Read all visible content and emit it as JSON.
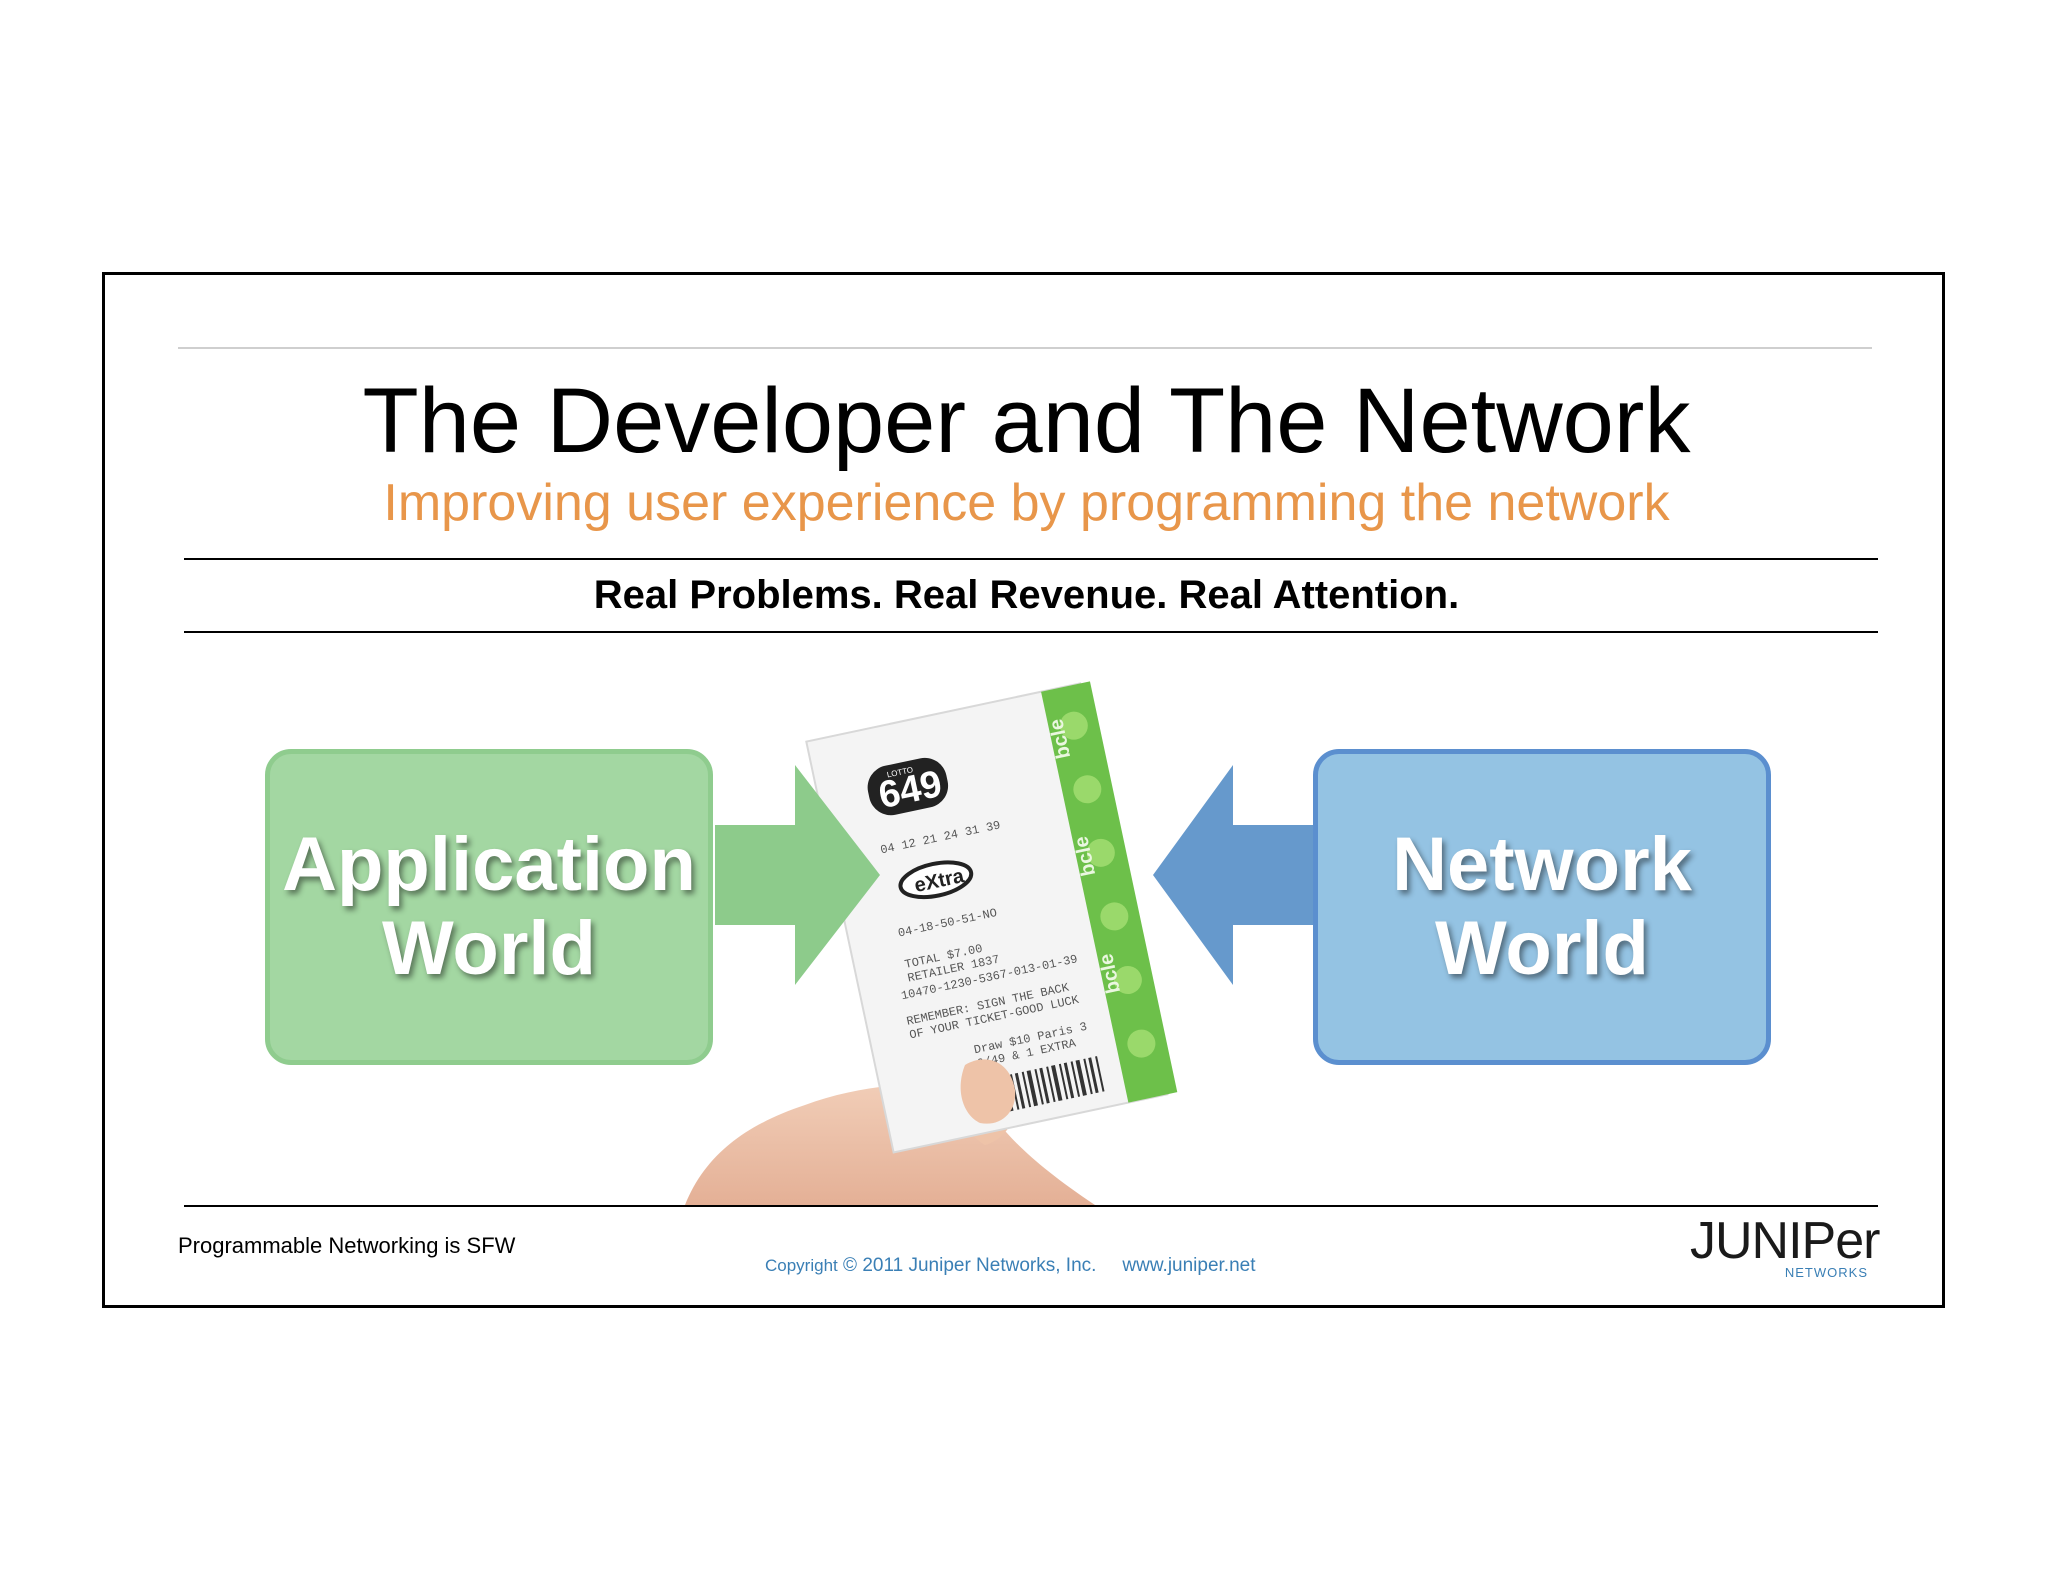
{
  "slide": {
    "title": "The Developer and The Network",
    "subtitle": "Improving user experience by programming the network",
    "tagline": "Real Problems. Real Revenue. Real Attention."
  },
  "illustration": {
    "left_box": {
      "line1": "Application",
      "line2": "World",
      "color": "#a3d7a2"
    },
    "right_box": {
      "line1": "Network",
      "line2": "World",
      "color": "#94c3e3"
    },
    "ticket": {
      "logo_text": "649",
      "logo_small": "LOTTO",
      "extra_label": "eXtra",
      "band_text": "bcle",
      "lines": [
        "04 12 21 24 31 39",
        "04-18-50-51-NO",
        "TOTAL $7.00",
        "RETAILER 1837",
        "10470-1230-5367-013-01-39",
        "REMEMBER: SIGN THE BACK",
        "OF YOUR TICKET-GOOD LUCK",
        "Draw $10 Paris 3",
        "6/49 & 1 EXTRA"
      ]
    },
    "arrow_colors": {
      "left": "#8dcb8b",
      "right": "#6699cc"
    }
  },
  "footer": {
    "left_text": "Programmable Networking is SFW",
    "copyright_prefix": "Copyright",
    "copyright_text": "© 2011 Juniper Networks, Inc.",
    "website": "www.juniper.net",
    "logo_word": "JUNIPer",
    "logo_sub": "NETWORKS"
  }
}
